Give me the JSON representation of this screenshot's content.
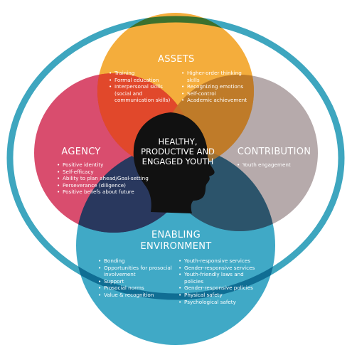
{
  "center": {
    "lines": [
      "HEALTHY,",
      "PRODUCTIVE AND",
      "ENGAGED YOUTH"
    ]
  },
  "assets": {
    "title": "ASSETS",
    "left_items": [
      "Training",
      "Formal education",
      "Interpersonal skills (social and communication skills)"
    ],
    "right_items": [
      "Higher-order thinking skills",
      "Recognizing emotions",
      "Self-control",
      "Academic achievement"
    ]
  },
  "agency": {
    "title": "AGENCY",
    "items": [
      "Positive identity",
      "Self-efficacy",
      "Ability to plan ahead/Goal-setting",
      "Perseverance (diligence)",
      "Positive beliefs about future"
    ]
  },
  "contribution": {
    "title": "CONTRIBUTION",
    "items": [
      "Youth engagement"
    ]
  },
  "enabling": {
    "title_lines": [
      "ENABLING",
      "ENVIRONMENT"
    ],
    "left_items": [
      "Bonding",
      "Opportunities for prosocial involvement",
      "Support",
      "Prosocial norms",
      "Value & recognition"
    ],
    "right_items": [
      "Youth-responsive services",
      "Gender-responsive services",
      "Youth-friendly laws and policies",
      "Gender-responsive policies",
      "Physical safety",
      "Psychological safety"
    ]
  },
  "colors": {
    "outer_ring": "#3ea6bf",
    "assets": "#f4ad3c",
    "agency": "#d94d6e",
    "contribution": "#b6aaab",
    "enabling": "#40a9c6",
    "overlap_navy": "#28385e",
    "silhouette": "#111111"
  }
}
